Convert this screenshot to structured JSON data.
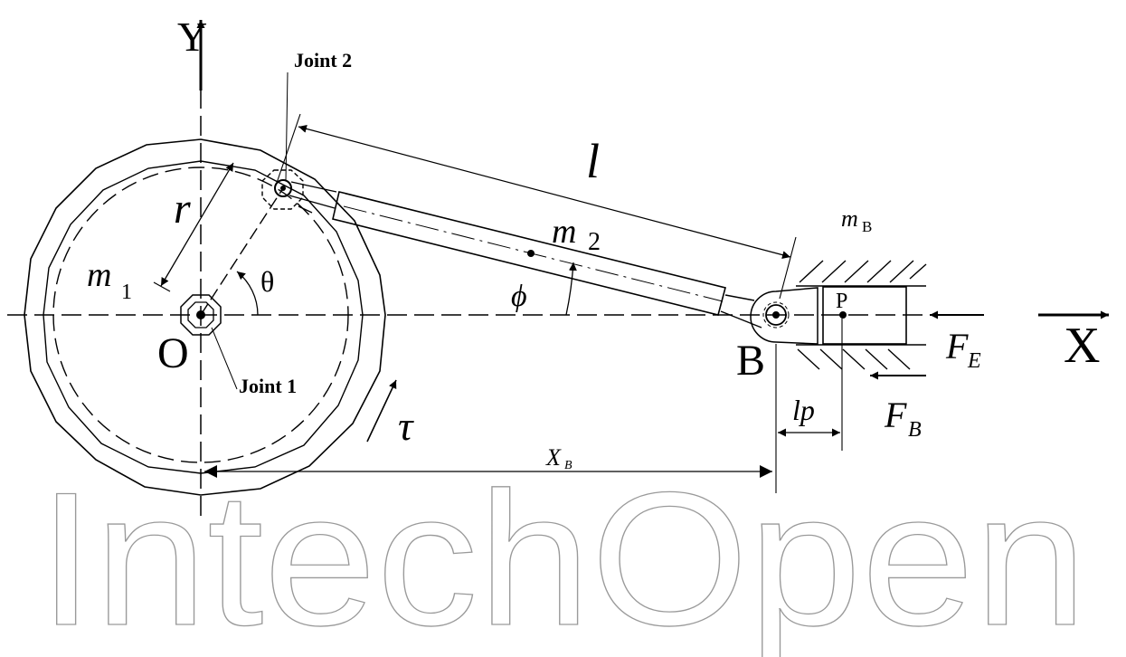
{
  "labels": {
    "y_axis": "Y",
    "x_axis": "X",
    "origin": "O",
    "joint2": "Joint 2",
    "joint1": "Joint 1",
    "link_length": "l",
    "crank_radius": "r",
    "mass1": "m",
    "mass1_sub": "1",
    "mass2": "m",
    "mass2_sub": "2",
    "massB": "m",
    "massB_sub": "B",
    "theta": "θ",
    "phi": "ϕ",
    "tau": "τ",
    "pointB": "B",
    "pointP": "P",
    "forceE": "F",
    "forceE_sub": "E",
    "forceB": "F",
    "forceB_sub": "B",
    "lp": "lp",
    "xb": "X",
    "xb_sub": "B"
  },
  "watermark": "IntechOpen",
  "colors": {
    "ink": "#000000",
    "watermark": "#9a9a9a"
  }
}
